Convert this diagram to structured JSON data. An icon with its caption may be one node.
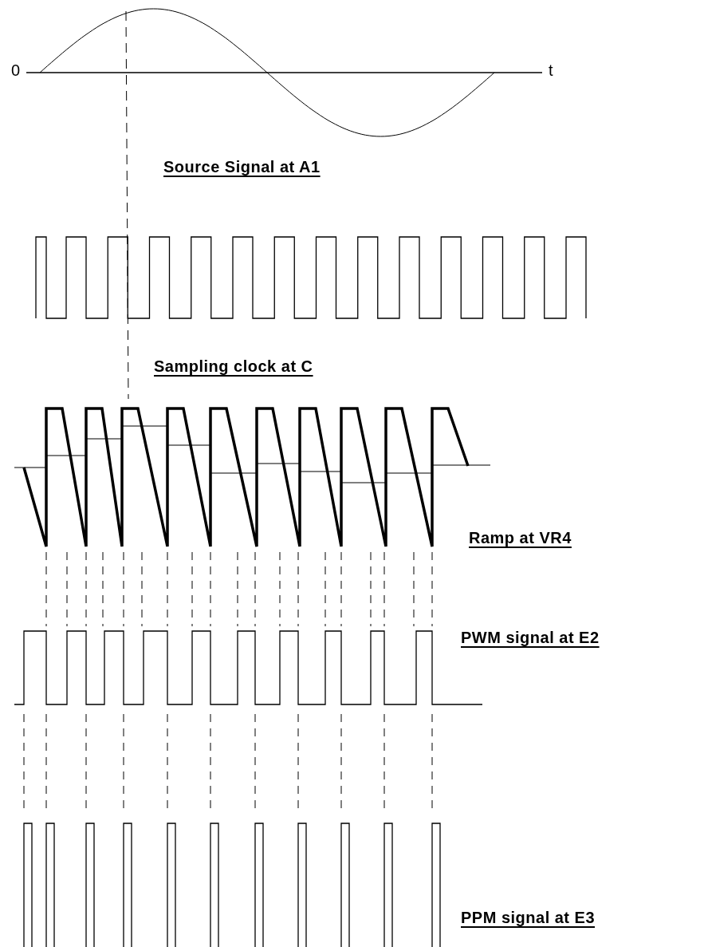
{
  "diagram": {
    "labels": [
      "0",
      "t",
      "Source Signal at A1",
      "Sampling clock at C",
      "Ramp at VR4",
      "PWM signal at E2",
      "PPM signal at E3"
    ]
  }
}
